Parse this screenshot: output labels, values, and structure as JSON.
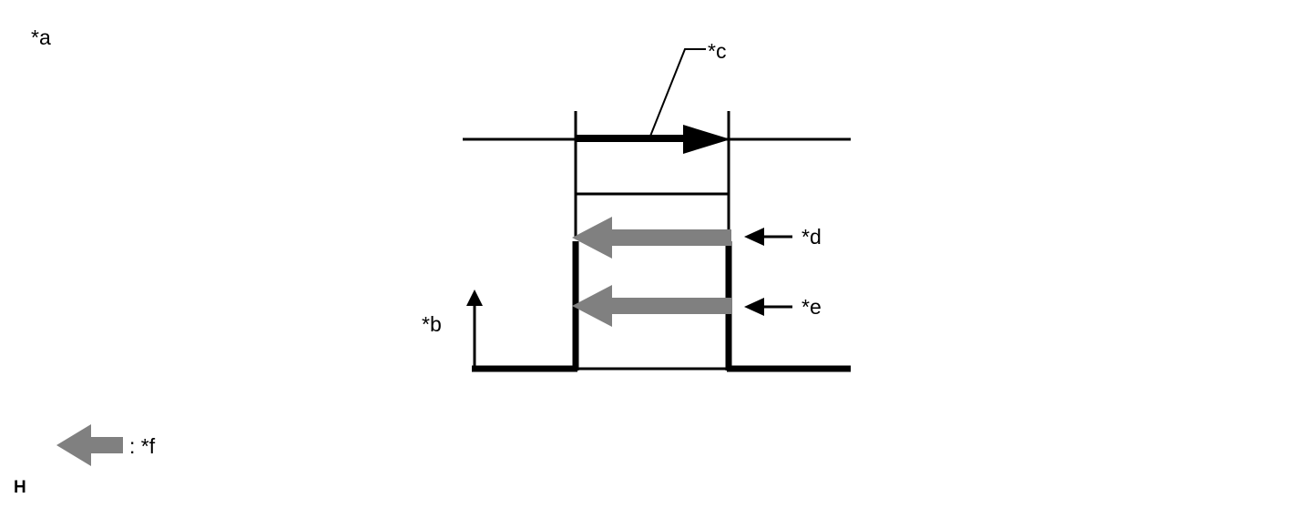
{
  "labels": {
    "a": "*a",
    "b": "*b",
    "c": "*c",
    "d": "*d",
    "e": "*e",
    "legend_text": ": *f",
    "corner_mark": "H"
  },
  "colors": {
    "line": "#000000",
    "gray_arrow": "#808080",
    "background": "#ffffff"
  },
  "icons": {
    "legend": "gray-left-arrow-icon",
    "upper_arrow": "gray-left-arrow-icon",
    "lower_arrow": "gray-left-arrow-icon"
  }
}
